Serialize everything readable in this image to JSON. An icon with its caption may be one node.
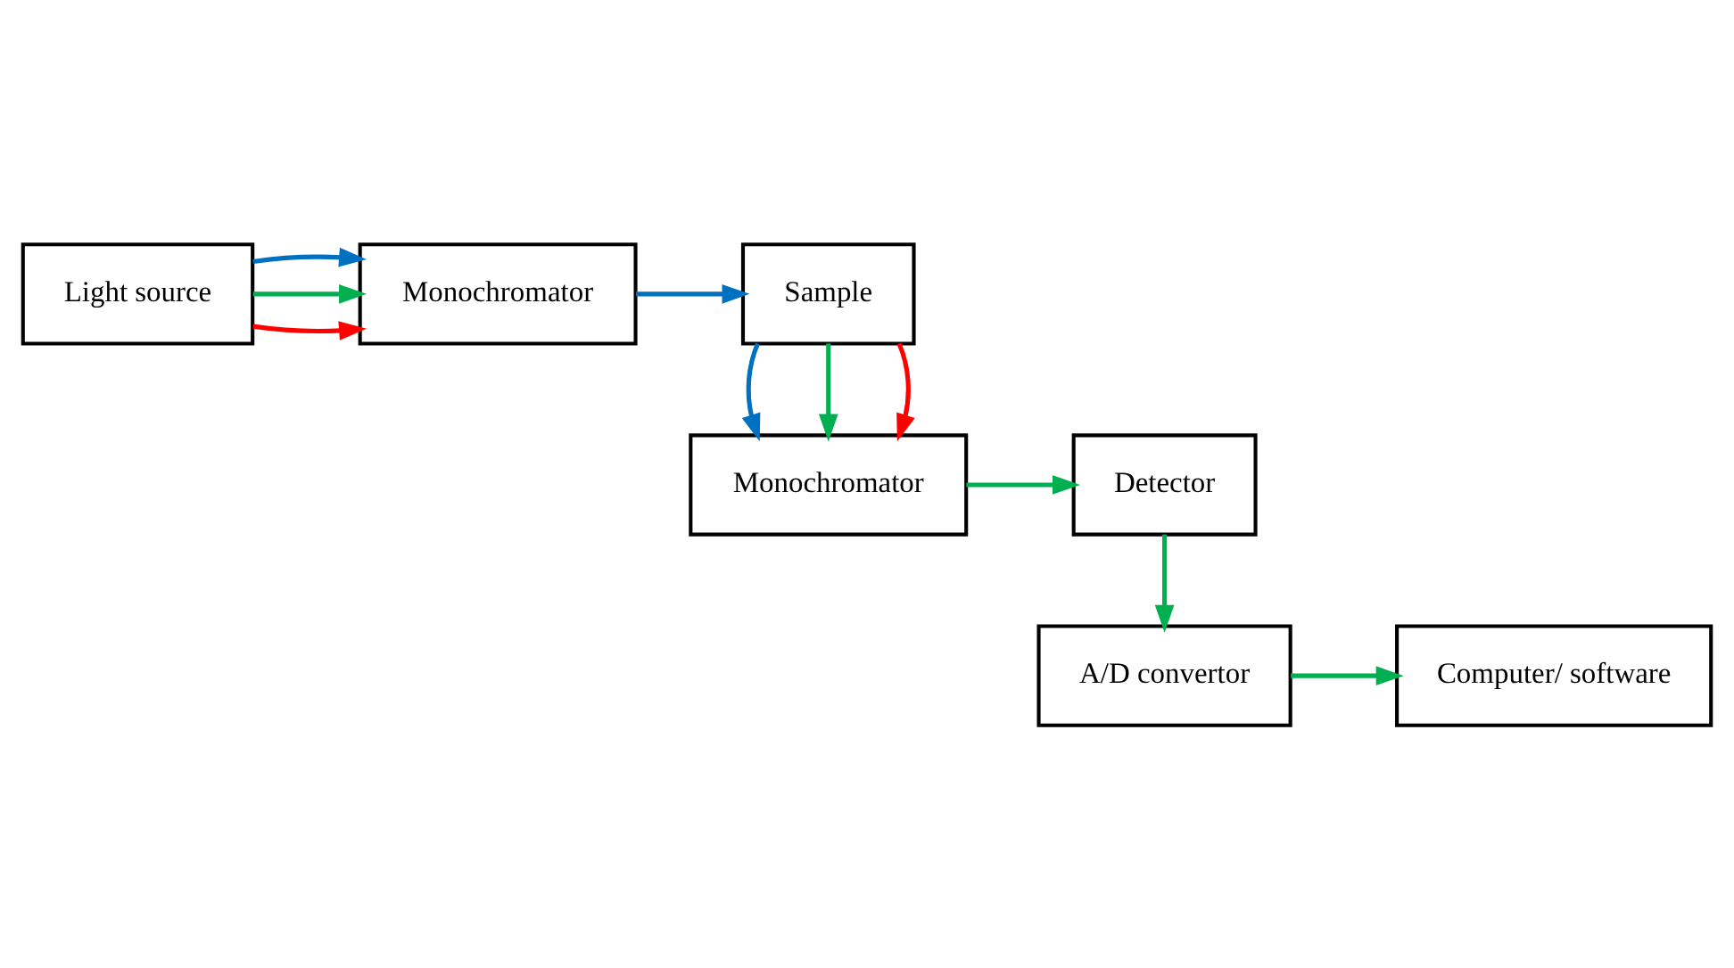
{
  "diagram": {
    "nodes": [
      {
        "text": [
          "Light source"
        ]
      },
      {
        "text": [
          "Monochromator"
        ]
      },
      {
        "text": [
          "Sample"
        ]
      },
      {
        "text": [
          "Monochromator"
        ]
      },
      {
        "text": [
          "Detector"
        ]
      },
      {
        "text": [
          "A/D convertor"
        ]
      },
      {
        "text": [
          "Computer/ software"
        ]
      }
    ],
    "edges": [
      {
        "from": 0,
        "to": 1,
        "arrow": "to",
        "color": "#ff0000"
      },
      {
        "from": 0,
        "to": 1,
        "arrow": "to",
        "color": "#00b050"
      },
      {
        "from": 0,
        "to": 1,
        "arrow": "to",
        "color": "#0070c0"
      },
      {
        "from": 1,
        "to": 2,
        "arrow": "to",
        "color": "#0070c0"
      },
      {
        "from": 2,
        "to": 3,
        "arrow": "to",
        "color": "#0070c0"
      },
      {
        "from": 2,
        "to": 3,
        "arrow": "to",
        "color": "#00b050"
      },
      {
        "from": 2,
        "to": 3,
        "arrow": "to",
        "color": "#ff0000"
      },
      {
        "from": 3,
        "to": 4,
        "arrow": "to",
        "color": "#00b050"
      },
      {
        "from": 4,
        "to": 5,
        "arrow": "to",
        "color": "#00b050"
      },
      {
        "from": 5,
        "to": 6,
        "arrow": "to",
        "color": "#00b050"
      }
    ]
  }
}
